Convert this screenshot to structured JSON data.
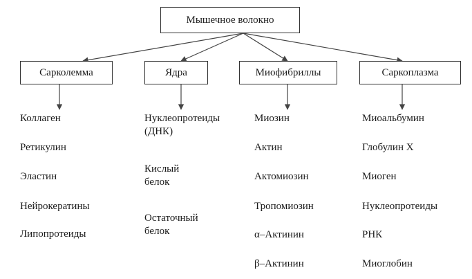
{
  "root": {
    "label": "Мышечное волокно"
  },
  "branches": [
    {
      "label": "Сарколемма",
      "items": [
        "Коллаген",
        "Ретикулин",
        "Эластин",
        "Нейрокератины",
        "Липопротеиды"
      ]
    },
    {
      "label": "Ядра",
      "items": [
        "Нуклеопротеиды\n(ДНК)",
        "Кислый\nбелок",
        "Остаточный\nбелок"
      ]
    },
    {
      "label": "Миофибриллы",
      "items": [
        "Миозин",
        "Актин",
        "Актомиозин",
        "Тропомиозин",
        "α–Актинин",
        "β–Актинин"
      ]
    },
    {
      "label": "Саркоплазма",
      "items": [
        "Миоальбумин",
        "Глобулин X",
        "Миоген",
        "Нуклеопротеиды",
        "РНК",
        "Миоглобин"
      ]
    }
  ]
}
